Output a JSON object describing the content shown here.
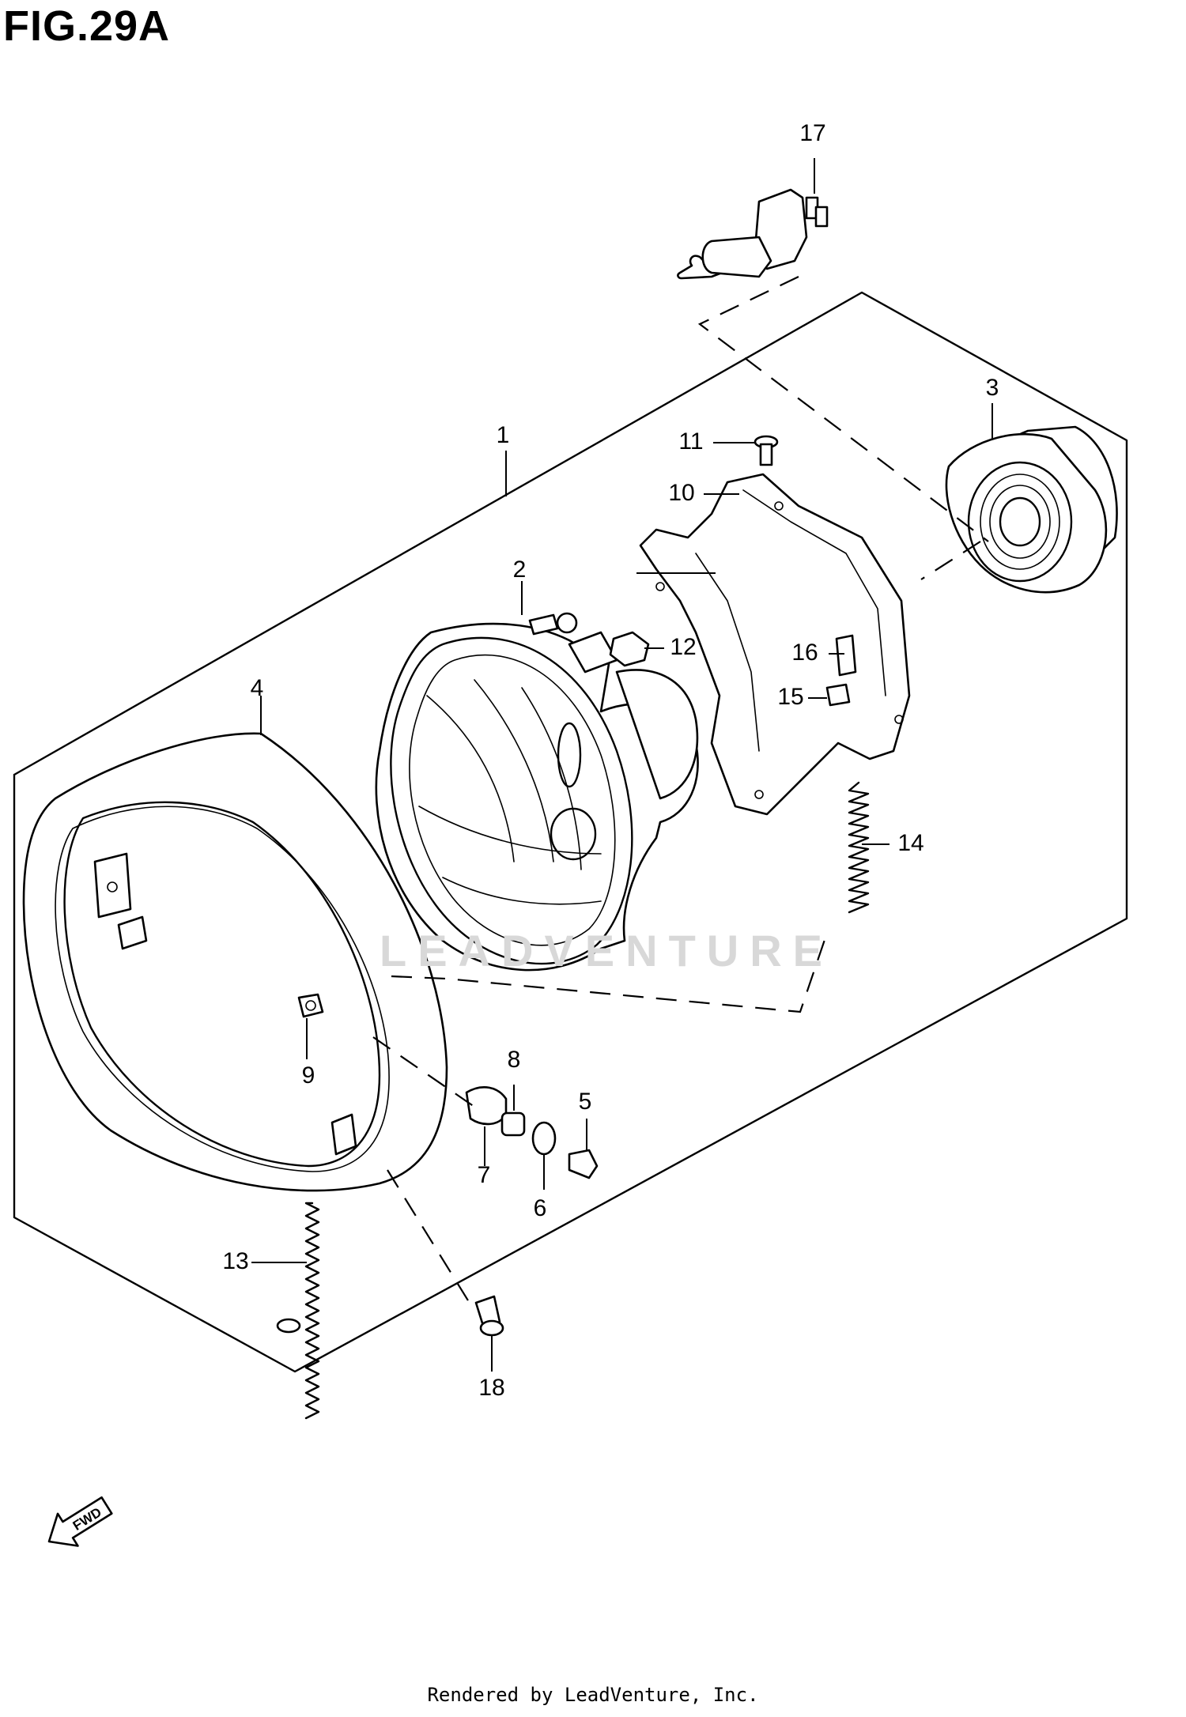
{
  "figure": {
    "title": "FIG.29A",
    "watermark": "LEADVENTURE",
    "footer": "Rendered by LeadVenture, Inc."
  },
  "callouts": [
    {
      "id": "part-1",
      "label": "1"
    },
    {
      "id": "part-2",
      "label": "2"
    },
    {
      "id": "part-3",
      "label": "3"
    },
    {
      "id": "part-4",
      "label": "4"
    },
    {
      "id": "part-5",
      "label": "5"
    },
    {
      "id": "part-6",
      "label": "6"
    },
    {
      "id": "part-7",
      "label": "7"
    },
    {
      "id": "part-8",
      "label": "8"
    },
    {
      "id": "part-9",
      "label": "9"
    },
    {
      "id": "part-10",
      "label": "10"
    },
    {
      "id": "part-11",
      "label": "11"
    },
    {
      "id": "part-12",
      "label": "12"
    },
    {
      "id": "part-13",
      "label": "13"
    },
    {
      "id": "part-14",
      "label": "14"
    },
    {
      "id": "part-15",
      "label": "15"
    },
    {
      "id": "part-16",
      "label": "16"
    },
    {
      "id": "part-17",
      "label": "17"
    },
    {
      "id": "part-18",
      "label": "18"
    }
  ],
  "direction_arrow": {
    "label": "FWD"
  }
}
